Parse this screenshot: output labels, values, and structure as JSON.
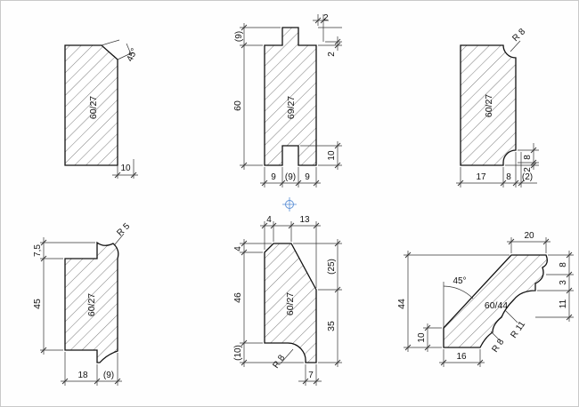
{
  "profiles": [
    {
      "id": "p1",
      "section": "60/27",
      "dims": {
        "chamfer": "45°",
        "bottom": "10"
      }
    },
    {
      "id": "p2",
      "section": "69/27",
      "dims": {
        "top_tongue": "(9)",
        "tongue_gap": "2",
        "tongue_side": "2",
        "height": "60",
        "bottom_right": "10",
        "base_left": "9",
        "base_mid": "(9)",
        "base_right": "9"
      }
    },
    {
      "id": "p3",
      "section": "60/27",
      "dims": {
        "radius": "R 8",
        "right_top": "8",
        "right_mid": "2",
        "base_left": "17",
        "base_mid": "8",
        "base_right": "(2)"
      }
    },
    {
      "id": "p4",
      "section": "60/27",
      "dims": {
        "top": "7,5",
        "radius": "R 5",
        "height": "45",
        "base_left": "18",
        "base_right": "(9)"
      }
    },
    {
      "id": "p5",
      "section": "60/27",
      "dims": {
        "top_left": "4",
        "top_right": "13",
        "left_top": "4",
        "left_height": "46",
        "left_bottom": "(10)",
        "right_top": "(25)",
        "right_bottom": "35",
        "radius": "R 8",
        "bottom": "7"
      }
    },
    {
      "id": "p6",
      "section": "60/44",
      "dims": {
        "top": "20",
        "angle": "45°",
        "height": "44",
        "left_small": "10",
        "bottom": "16",
        "right_top": "8",
        "right_mid": "3",
        "right_bottom": "11",
        "radius_a": "R 11",
        "radius_b": "R 8"
      }
    }
  ],
  "center_marker": "crosshair-circle-icon"
}
